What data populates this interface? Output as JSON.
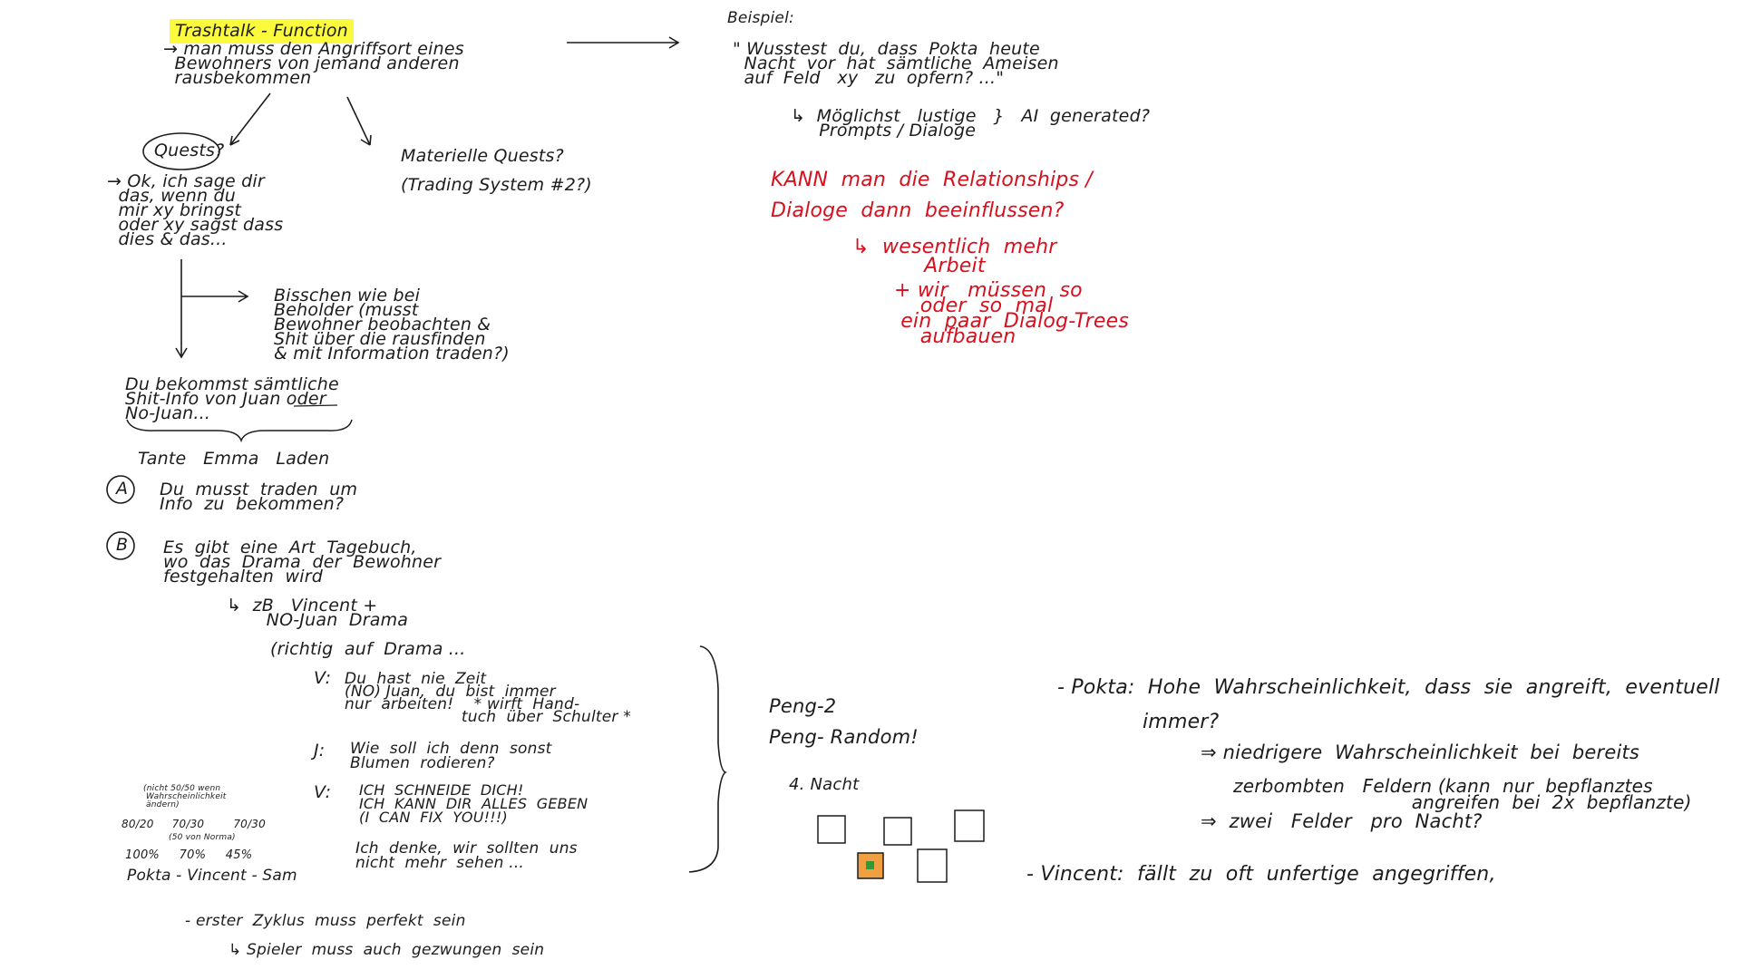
{
  "title": "Trashtalk - Function",
  "left": {
    "intro": "→ man muss den Angriffsort eines\n  Bewohners von jemand anderen\n  rausbekommen",
    "quests": "Quests?",
    "quests_text": "→ Ok, ich sage dir\n  das, wenn du\n  mir xy bringst\n  oder xy sagst dass\n  dies & das...",
    "material": "Materielle Quests?\n(Trading System #2?)",
    "bisschen": "Bisschen wie bei\nBeholder (musst\nBewohner beobachten &\nShit über die rausfinden\n& mit Information traden?)",
    "bekommst": "Du bekommst sämtliche\nShit-Info von Juan oder\nNo-Juan...",
    "tante": "Tante   Emma   Laden",
    "a_label": "A",
    "a_text": "Du  musst  traden  um\nInfo  zu  bekommen?",
    "b_label": "B",
    "b_text": "Es  gibt  eine  Art  Tagebuch,\nwo  das  Drama  der  Bewohner\nfestgehalten  wird",
    "zb": "↳  zB   Vincent +\n       NO-Juan  Drama",
    "richtig": "(richtig  auf  Drama ...",
    "v1_speaker": "V:",
    "v1_text": "Du  hast  nie  Zeit\n(NO) Juan,  du  bist  immer\nnur  arbeiten!    * wirft  Hand-\n                       tuch  über  Schulter *",
    "j_speaker": "J:",
    "j_text": "Wie  soll  ich  denn  sonst\nBlumen  rodieren?",
    "v2_speaker": "V:",
    "v2_text": "ICH  SCHNEIDE  DICH!\nICH  KANN  DIR  ALLES  GEBEN\n(I  CAN  FIX  YOU!!!)",
    "v3_text": "Ich  denke,  wir  sollten  uns\nnicht  mehr  sehen ...",
    "small_note": "(nicht 50/50 wenn\n Wahrscheinlichkeit\n ändern)",
    "ratios": "80/20     70/30        70/30",
    "ratios_note": "(50 von Norma)",
    "percents": "100%     70%     45%",
    "names": "Pokta - Vincent - Sam",
    "zyklus": "- erster  Zyklus  muss  perfekt  sein",
    "spieler": "↳ Spieler  muss  auch  gezwungen  sein"
  },
  "right": {
    "beispiel": "Beispiel:",
    "quote": "\" Wusstest  du,  dass  Pokta  heute\n  Nacht  vor  hat  sämtliche  Ameisen\n  auf  Feld   xy   zu  opfern? ...\"",
    "moeglichst": "↳  Möglichst   lustige   }   AI  generated?\n     Prompts / Dialoge",
    "red1": "KANN  man  die  Relationships /\nDialoge  dann  beeinflussen?",
    "red2": "↳  wesentlich  mehr\n           Arbeit",
    "red3": "+ wir   müssen  so\n    oder  so  mal\n ein  paar  Dialog-Trees\n    aufbauen",
    "peng": "Peng-2\nPeng- Random!",
    "nacht": "4. Nacht",
    "pokta_line": "- Pokta:  Hohe  Wahrscheinlichkeit,  dass  sie  angreift,  eventuell",
    "immer": "immer?",
    "niedriger": "⇒ niedrigere  Wahrscheinlichkeit  bei  bereits",
    "zerbombt": "zerbombten   Feldern (kann  nur  bepflanztes\n                              angreifen  bei  2x  bepflanzte)",
    "zwei": "⇒  zwei   Felder   pro  Nacht?",
    "vincent_line": "- Vincent:  fällt  zu  oft  unfertige  angegriffen,"
  },
  "colors": {
    "ink": "#1c1c1c",
    "accent_red": "#d6101e",
    "highlight": "#fbfa3c",
    "plant_orange": "#f0a040",
    "plant_green": "#2e9a3a"
  }
}
